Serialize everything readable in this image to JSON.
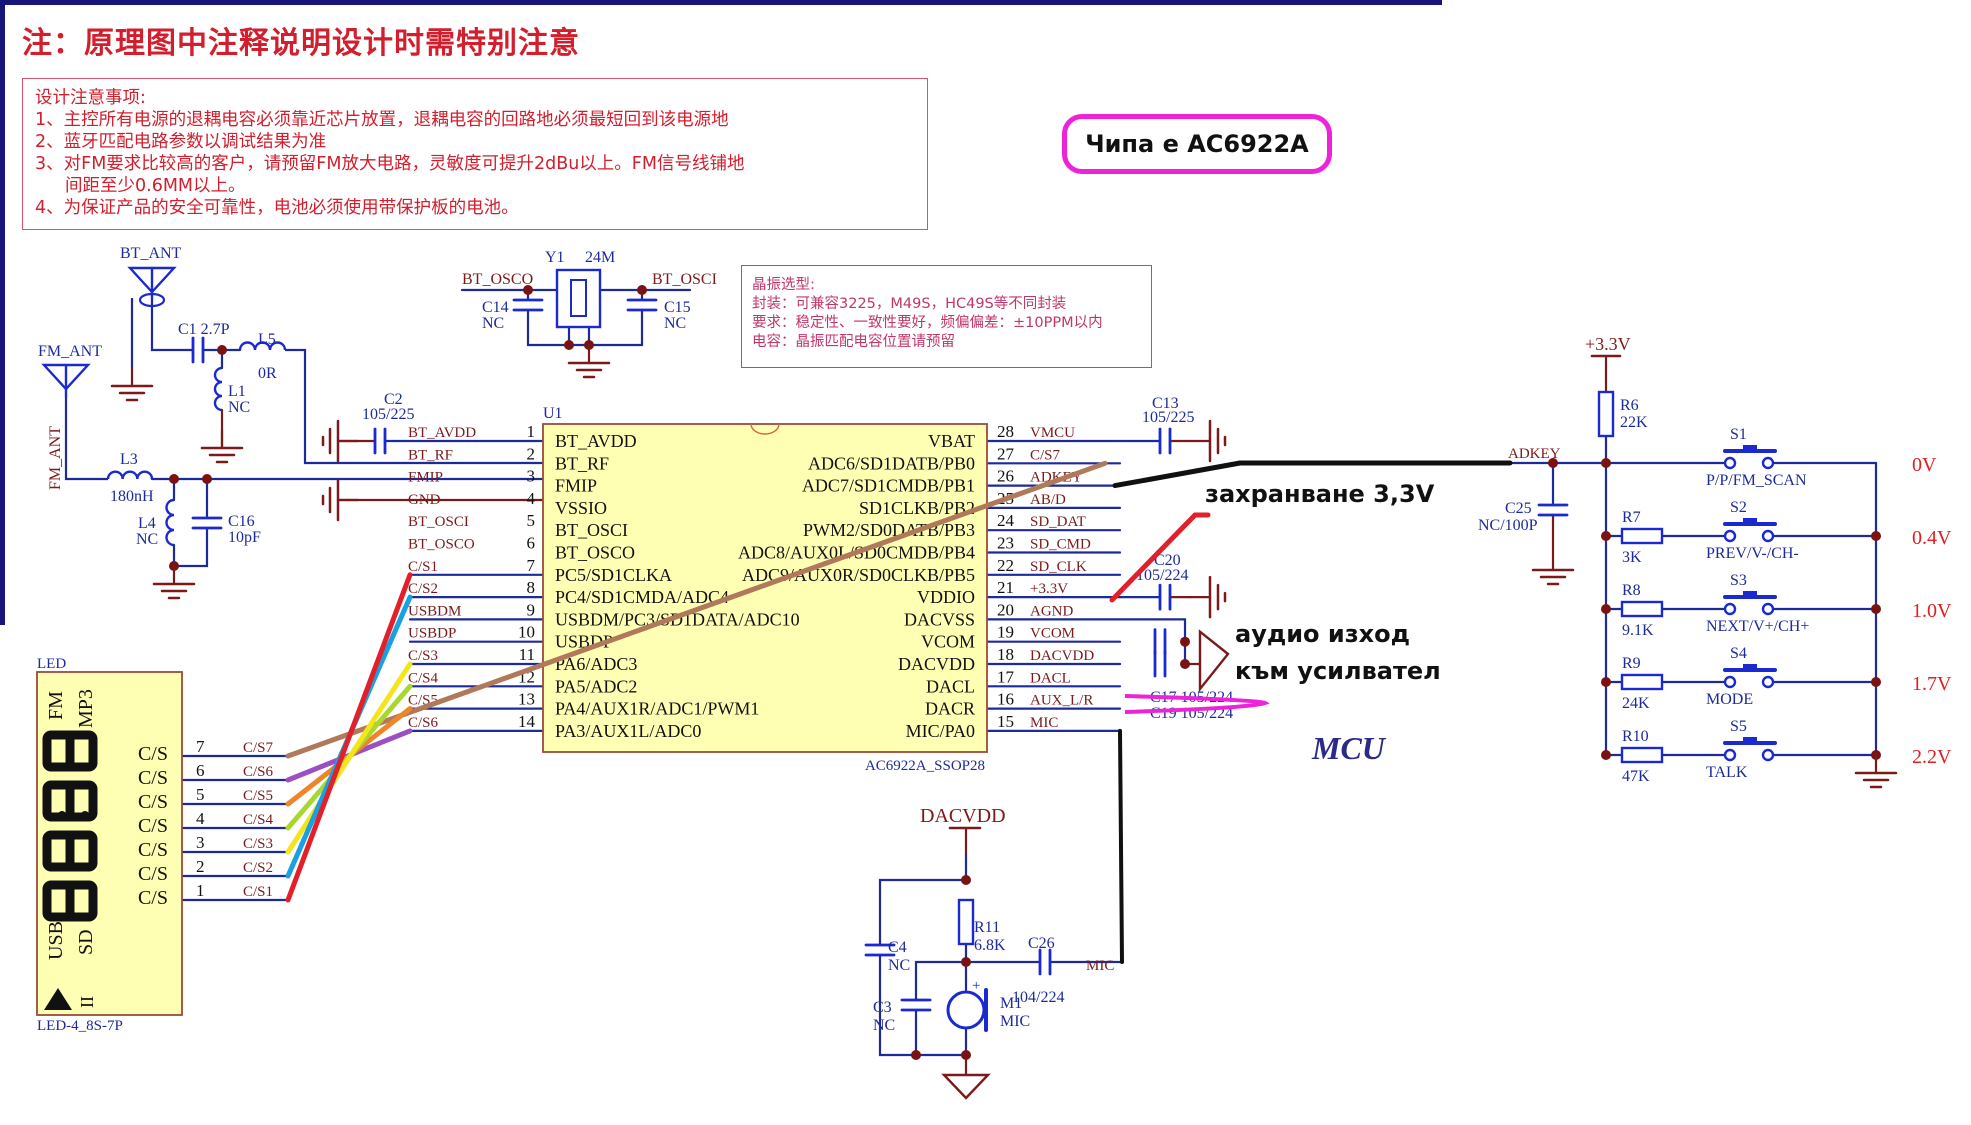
{
  "header": {
    "title": "注：原理图中注释说明设计时需特别注意"
  },
  "design_notes": {
    "heading": "设计注意事项:",
    "items": [
      "1、主控所有电源的退耦电容必须靠近芯片放置，退耦电容的回路地必须最短回到该电源地",
      "2、蓝牙匹配电路参数以调试结果为准",
      "3、对FM要求比较高的客户，请预留FM放大电路，灵敏度可提升2dBu以上。FM信号线铺地",
      "间距至少0.6MM以上。",
      "4、为保证产品的安全可靠性，电池必须使用带保护板的电池。"
    ]
  },
  "annotations": {
    "chip_label": "Чипа е AC6922A",
    "power_note": "захранване 3,3V",
    "audio_out_line1": "аудио изход",
    "audio_out_line2": "към усилвател",
    "mcu_label": "MCU"
  },
  "crystal": {
    "ref": "Y1",
    "value": "24M",
    "net_left": "BT_OSCO",
    "net_right": "BT_OSCI",
    "c_left": {
      "ref": "C14",
      "value": "NC"
    },
    "c_right": {
      "ref": "C15",
      "value": "NC"
    },
    "note_lines": [
      "晶振选型:",
      "封装：可兼容3225，M49S，HC49S等不同封装",
      "要求：稳定性、一致性要好，频偏偏差：±10PPM以内",
      "电容：晶振匹配电容位置请预留"
    ]
  },
  "rf": {
    "bt_ant": "BT_ANT",
    "fm_ant": "FM_ANT",
    "fm_ant_net": "FM_ANT",
    "c1": {
      "ref": "C1",
      "value": "2.7P"
    },
    "l5": {
      "ref": "L5",
      "value": "0R"
    },
    "l1": {
      "ref": "L1",
      "value": "NC"
    },
    "l3": {
      "ref": "L3",
      "value": "180nH"
    },
    "l4": {
      "ref": "L4",
      "value": "NC"
    },
    "c16": {
      "ref": "C16",
      "value": "10pF"
    },
    "c2": {
      "ref": "C2",
      "value": "105/225"
    }
  },
  "chip": {
    "ref": "U1",
    "part": "AC6922A_SSOP28",
    "left_pins": [
      {
        "num": "1",
        "name": "BT_AVDD",
        "net": "BT_AVDD"
      },
      {
        "num": "2",
        "name": "BT_RF",
        "net": "BT_RF"
      },
      {
        "num": "3",
        "name": "FMIP",
        "net": "FMIP"
      },
      {
        "num": "4",
        "name": "VSSIO",
        "net": "GND"
      },
      {
        "num": "5",
        "name": "BT_OSCI",
        "net": "BT_OSCI"
      },
      {
        "num": "6",
        "name": "BT_OSCO",
        "net": "BT_OSCO"
      },
      {
        "num": "7",
        "name": "PC5/SD1CLKA",
        "net": "C/S1"
      },
      {
        "num": "8",
        "name": "PC4/SD1CMDA/ADC4",
        "net": "C/S2"
      },
      {
        "num": "9",
        "name": "USBDM/PC3/SD1DATA/ADC10",
        "net": "USBDM"
      },
      {
        "num": "10",
        "name": "USBDP",
        "net": "USBDP"
      },
      {
        "num": "11",
        "name": "PA6/ADC3",
        "net": "C/S3"
      },
      {
        "num": "12",
        "name": "PA5/ADC2",
        "net": "C/S4"
      },
      {
        "num": "13",
        "name": "PA4/AUX1R/ADC1/PWM1",
        "net": "C/S5"
      },
      {
        "num": "14",
        "name": "PA3/AUX1L/ADC0",
        "net": "C/S6"
      }
    ],
    "right_pins": [
      {
        "num": "28",
        "name": "VBAT",
        "net": "VMCU"
      },
      {
        "num": "27",
        "name": "ADC6/SD1DATB/PB0",
        "net": "C/S7"
      },
      {
        "num": "26",
        "name": "ADC7/SD1CMDB/PB1",
        "net": "ADKEY"
      },
      {
        "num": "25",
        "name": "SD1CLKB/PB2",
        "net": "AB/D"
      },
      {
        "num": "24",
        "name": "PWM2/SD0DATB/PB3",
        "net": "SD_DAT"
      },
      {
        "num": "23",
        "name": "ADC8/AUX0L/SD0CMDB/PB4",
        "net": "SD_CMD"
      },
      {
        "num": "22",
        "name": "ADC9/AUX0R/SD0CLKB/PB5",
        "net": "SD_CLK"
      },
      {
        "num": "21",
        "name": "VDDIO",
        "net": "+3.3V"
      },
      {
        "num": "20",
        "name": "DACVSS",
        "net": "AGND"
      },
      {
        "num": "19",
        "name": "VCOM",
        "net": "VCOM"
      },
      {
        "num": "18",
        "name": "DACVDD",
        "net": "DACVDD"
      },
      {
        "num": "17",
        "name": "DACL",
        "net": "DACL"
      },
      {
        "num": "16",
        "name": "DACR",
        "net": "AUX_L/R"
      },
      {
        "num": "15",
        "name": "MIC/PA0",
        "net": "MIC"
      }
    ],
    "c13": {
      "ref": "C13",
      "value": "105/225"
    },
    "c20": {
      "ref": "C20",
      "value": "105/224"
    },
    "c17": {
      "ref": "C17",
      "value": "105/224"
    },
    "c19": {
      "ref": "C19",
      "value": "105/224"
    }
  },
  "led": {
    "ref": "LED",
    "part": "LED-4_8S-7P",
    "digits": "88:88",
    "labels_top": [
      "FM",
      "MP3"
    ],
    "labels_bottom": [
      "USB",
      "SD",
      "II"
    ],
    "pins": [
      {
        "num": "7",
        "name": "C/S",
        "net": "C/S7",
        "color": "#b07a5a"
      },
      {
        "num": "6",
        "name": "C/S",
        "net": "C/S6",
        "color": "#9b4fc0"
      },
      {
        "num": "5",
        "name": "C/S",
        "net": "C/S5",
        "color": "#f08428"
      },
      {
        "num": "4",
        "name": "C/S",
        "net": "C/S4",
        "color": "#a8d830"
      },
      {
        "num": "3",
        "name": "C/S",
        "net": "C/S3",
        "color": "#f4e41c"
      },
      {
        "num": "2",
        "name": "C/S",
        "net": "C/S2",
        "color": "#18a0e0"
      },
      {
        "num": "1",
        "name": "C/S",
        "net": "C/S1",
        "color": "#e3202a"
      }
    ]
  },
  "mic": {
    "supply": "DACVDD",
    "r11": {
      "ref": "R11",
      "value": "6.8K"
    },
    "c26": {
      "ref": "C26",
      "value": "104/224"
    },
    "c4": {
      "ref": "C4",
      "value": "NC"
    },
    "c3": {
      "ref": "C3",
      "value": "NC"
    },
    "m1": {
      "ref": "M1",
      "value": "MIC"
    },
    "net": "MIC"
  },
  "keys": {
    "supply": "+3.3V",
    "net": "ADKEY",
    "pullup": {
      "ref": "R6",
      "value": "22K"
    },
    "c25": {
      "ref": "C25",
      "value": "NC/100P"
    },
    "buttons": [
      {
        "switch": "S1",
        "label": "P/P/FM_SCAN",
        "resistor": null,
        "value": null,
        "voltage": "0V"
      },
      {
        "switch": "S2",
        "label": "PREV/V-/CH-",
        "resistor": "R7",
        "value": "3K",
        "voltage": "0.4V"
      },
      {
        "switch": "S3",
        "label": "NEXT/V+/CH+",
        "resistor": "R8",
        "value": "9.1K",
        "voltage": "1.0V"
      },
      {
        "switch": "S4",
        "label": "MODE",
        "resistor": "R9",
        "value": "24K",
        "voltage": "1.7V"
      },
      {
        "switch": "S5",
        "label": "TALK",
        "resistor": "R10",
        "value": "47K",
        "voltage": "2.2V"
      }
    ]
  },
  "colors": {
    "wire": "#1c2a9a",
    "net_text": "#7a1a1a",
    "power": "#7a1a1a",
    "junction": "#7a1212",
    "component": "#1a2ad0",
    "chip_fill": "#ffffb4",
    "chip_border": "#9a4a3a",
    "voltage_text": "#e02020"
  }
}
